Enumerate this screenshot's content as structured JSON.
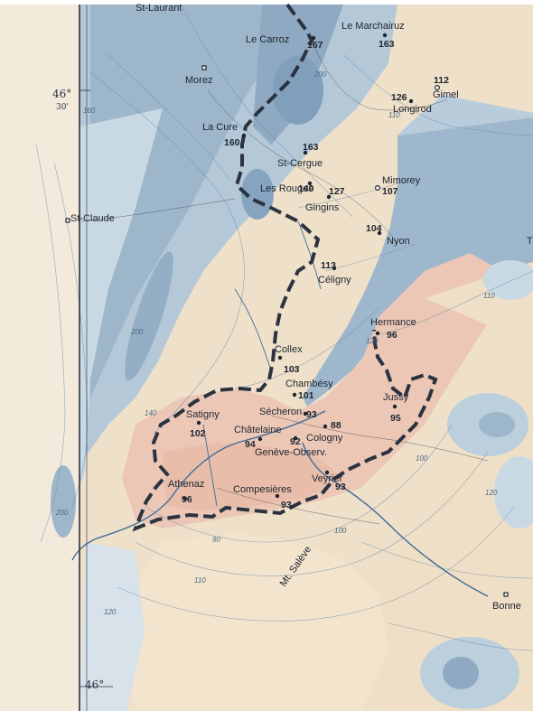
{
  "stations": [
    {
      "name": "Le Carroz",
      "value": "167"
    },
    {
      "name": "Le Marchairuz",
      "value": "163"
    },
    {
      "name": "Gimel",
      "value": "112"
    },
    {
      "name": "Longirod",
      "value": "126"
    },
    {
      "name": "La Cure",
      "value": "160"
    },
    {
      "name": "St-Cergue",
      "value": "163"
    },
    {
      "name": "Les Rouges",
      "value": "140"
    },
    {
      "name": "Gingins",
      "value": "127"
    },
    {
      "name": "Mimorey",
      "value": "107"
    },
    {
      "name": "Nyon",
      "value": "104"
    },
    {
      "name": "Céligny",
      "value": "113"
    },
    {
      "name": "Hermance",
      "value": "96"
    },
    {
      "name": "Collex",
      "value": "103"
    },
    {
      "name": "Chambésy",
      "value": "101"
    },
    {
      "name": "Jussy",
      "value": "95"
    },
    {
      "name": "Satigny",
      "value": "102"
    },
    {
      "name": "Sécheron",
      "value": "93"
    },
    {
      "name": "Châtelaine",
      "value": "94"
    },
    {
      "name": "Genève-Observ.",
      "value": "92"
    },
    {
      "name": "Cologny",
      "value": "88"
    },
    {
      "name": "Veyrier",
      "value": "93"
    },
    {
      "name": "Athenaz",
      "value": "96"
    },
    {
      "name": "Compesières",
      "value": "93"
    }
  ],
  "places": {
    "st_laurent": "St-Laurant",
    "morez": "Morez",
    "st_claude": "St-Claude",
    "mt_saleve": "Mt. Salève",
    "bonneville": "Bonne",
    "t_edge": "T"
  },
  "latitudes": {
    "top": "46°",
    "top_minutes": "30'",
    "bottom": "46°"
  },
  "isohyet_labels": [
    "200",
    "160",
    "140",
    "200",
    "120",
    "110",
    "100",
    "120",
    "110",
    "90",
    "200",
    "110",
    "120",
    "100"
  ],
  "colors": {
    "high_precip": "#8ea9c1",
    "mid_precip": "#bccfdc",
    "low_precip": "#efd8c7",
    "lowest_precip": "#ecc7b6",
    "lake": "#9fb7cc",
    "border": "#2b3340"
  }
}
